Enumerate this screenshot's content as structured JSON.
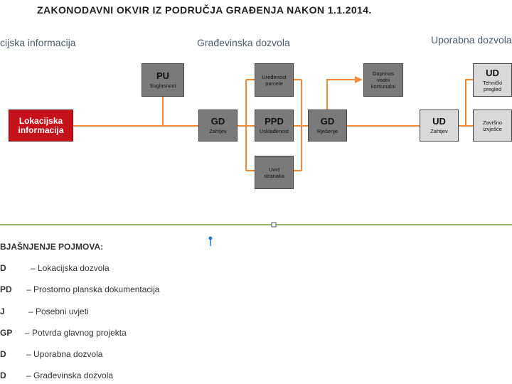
{
  "title": "ZAKONODAVNI OKVIR IZ PODRUČJA GRAĐENJA NAKON 1.1.2014.",
  "sections": {
    "left": "cijska informacija",
    "middle": "Građevinska dozvola",
    "right": "Uporabna dozvola"
  },
  "boxes": {
    "lokacijska": "Lokacijska informacija",
    "pu_abbr": "PU",
    "pu_sub": "Suglasnost",
    "gd1_abbr": "GD",
    "gd1_sub": "Zahtjev",
    "uredenost": "Uređenost parcele",
    "ppd_abbr": "PPD",
    "ppd_sub": "Usklađenost",
    "uvid": "Uvid stranaka",
    "gd2_abbr": "GD",
    "gd2_sub": "Rješenje",
    "doprinos": "Doprinos vodni komunalni",
    "ud1_abbr": "UD",
    "ud1_sub": "Zahtjev",
    "ud2_abbr": "UD",
    "ud2_sub": "Tehnički pregled",
    "zavrsno": "Završno izvješće"
  },
  "glossary": {
    "heading": "BJAŠNJENJE POJMOVA:",
    "items": [
      {
        "abbr": "D",
        "text": "– Lokacijska dozvola"
      },
      {
        "abbr": "PD",
        "text": "– Prostorno planska dokumentacija"
      },
      {
        "abbr": "J",
        "text": "– Posebni uvjeti"
      },
      {
        "abbr": "GP",
        "text": "– Potvrda glavnog projekta"
      },
      {
        "abbr": "D",
        "text": "– Uporabna dozvola"
      },
      {
        "abbr": "D",
        "text": "– Građevinska dozvola"
      }
    ]
  },
  "colors": {
    "connector": "#f08a3a",
    "divider": "#7a9a3a",
    "red_box": "#c5121a"
  }
}
